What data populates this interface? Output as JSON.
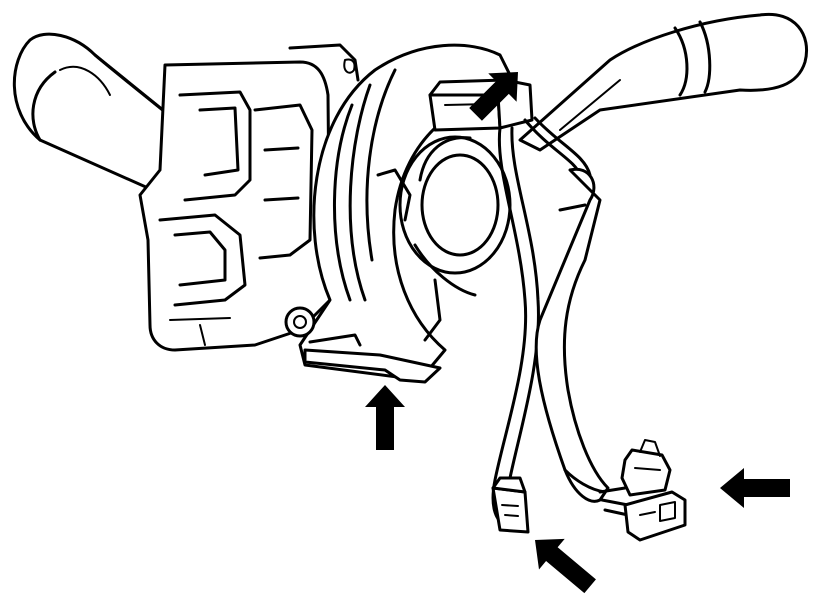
{
  "diagram": {
    "subject": "combination-switch-with-spiral-cable",
    "colors": {
      "line": "#000000",
      "background": "#ffffff",
      "arrow": "#000000"
    },
    "arrows": [
      {
        "id": "arrow-top",
        "icon": "arrow-down-left-icon"
      },
      {
        "id": "arrow-bottom",
        "icon": "arrow-up-icon"
      },
      {
        "id": "arrow-right",
        "icon": "arrow-left-icon"
      },
      {
        "id": "arrow-lower",
        "icon": "arrow-up-left-icon"
      }
    ]
  }
}
